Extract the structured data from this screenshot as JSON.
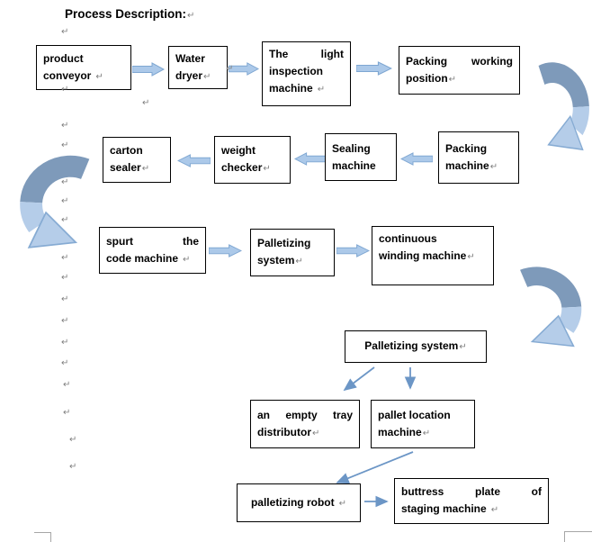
{
  "title": "Process Description:",
  "pilcrow": "↵",
  "boxes": {
    "product_conveyor": {
      "l1": "product",
      "l2": "conveyor"
    },
    "water_dryer": {
      "l1": "Water",
      "l2": "dryer"
    },
    "light_inspection": {
      "l1": "The light",
      "l2": "inspection",
      "l3": "machine"
    },
    "packing_working": {
      "l1": "Packing working",
      "l2": "position"
    },
    "carton_sealer": {
      "l1": "carton",
      "l2": "sealer"
    },
    "weight_checker": {
      "l1": "weight",
      "l2": "checker"
    },
    "sealing_machine": {
      "l1": "Sealing",
      "l2": "machine"
    },
    "packing_machine": {
      "l1": "Packing",
      "l2": "machine"
    },
    "spurt_code": {
      "l1": "spurt the",
      "l2": "code machine"
    },
    "palletizing_system_1": {
      "l1": "Palletizing",
      "l2": "system"
    },
    "continuous_winding": {
      "l1": "continuous",
      "l2": "winding machine"
    },
    "palletizing_system_2": {
      "l1": "Palletizing system"
    },
    "empty_tray": {
      "l1": "an empty tray",
      "l2": "distributor"
    },
    "pallet_location": {
      "l1": "pallet location",
      "l2": "machine"
    },
    "palletizing_robot": {
      "l1": "palletizing robot"
    },
    "buttress_plate": {
      "l1": "buttress plate of",
      "l2": "staging machine"
    }
  },
  "flow_sequence": [
    "product conveyor",
    "Water dryer",
    "The light inspection machine",
    "Packing working position",
    "Packing machine",
    "Sealing machine",
    "weight checker",
    "carton sealer",
    "spurt the code machine",
    "Palletizing system",
    "continuous winding machine",
    "Palletizing system",
    "an empty tray distributor",
    "pallet location machine",
    "palletizing robot",
    "buttress plate of staging machine"
  ],
  "colors": {
    "box_border": "#000000",
    "block_arrow_fill": "#ACC9E9",
    "block_arrow_stroke": "#7FA7D2",
    "curved_arrow_dark": "#7E9ABA",
    "curved_arrow_light": "#B5CDE9",
    "thin_arrow": "#6C96C6",
    "formatting_mark": "#808080"
  }
}
